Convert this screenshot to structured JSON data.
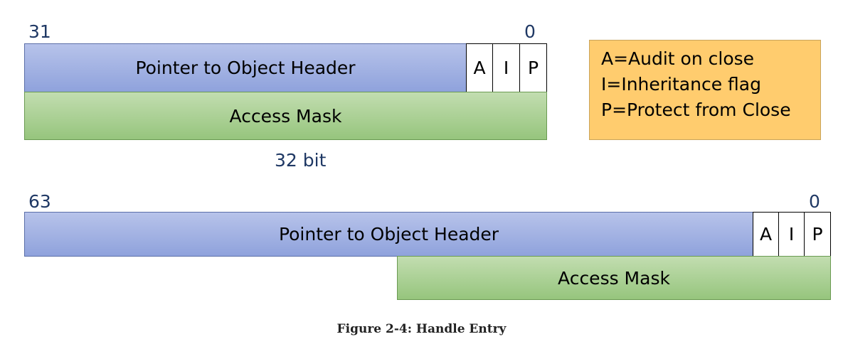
{
  "top": {
    "high_bit": "31",
    "low_bit": "0",
    "pointer_label": "Pointer to Object Header",
    "flags": [
      "A",
      "I",
      "P"
    ],
    "mask_label": "Access Mask",
    "size_label": "32 bit"
  },
  "bottom": {
    "high_bit": "63",
    "low_bit": "0",
    "pointer_label": "Pointer to Object Header",
    "flags": [
      "A",
      "I",
      "P"
    ],
    "mask_label": "Access Mask"
  },
  "legend": [
    "A=Audit on close",
    "I=Inheritance flag",
    "P=Protect from Close"
  ],
  "caption": "Figure 2-4: Handle Entry",
  "colors": {
    "pointer": "#a3b4e3",
    "mask": "#abd196",
    "legend": "#ffcc6e",
    "bit_numbers": "#1f3864"
  }
}
